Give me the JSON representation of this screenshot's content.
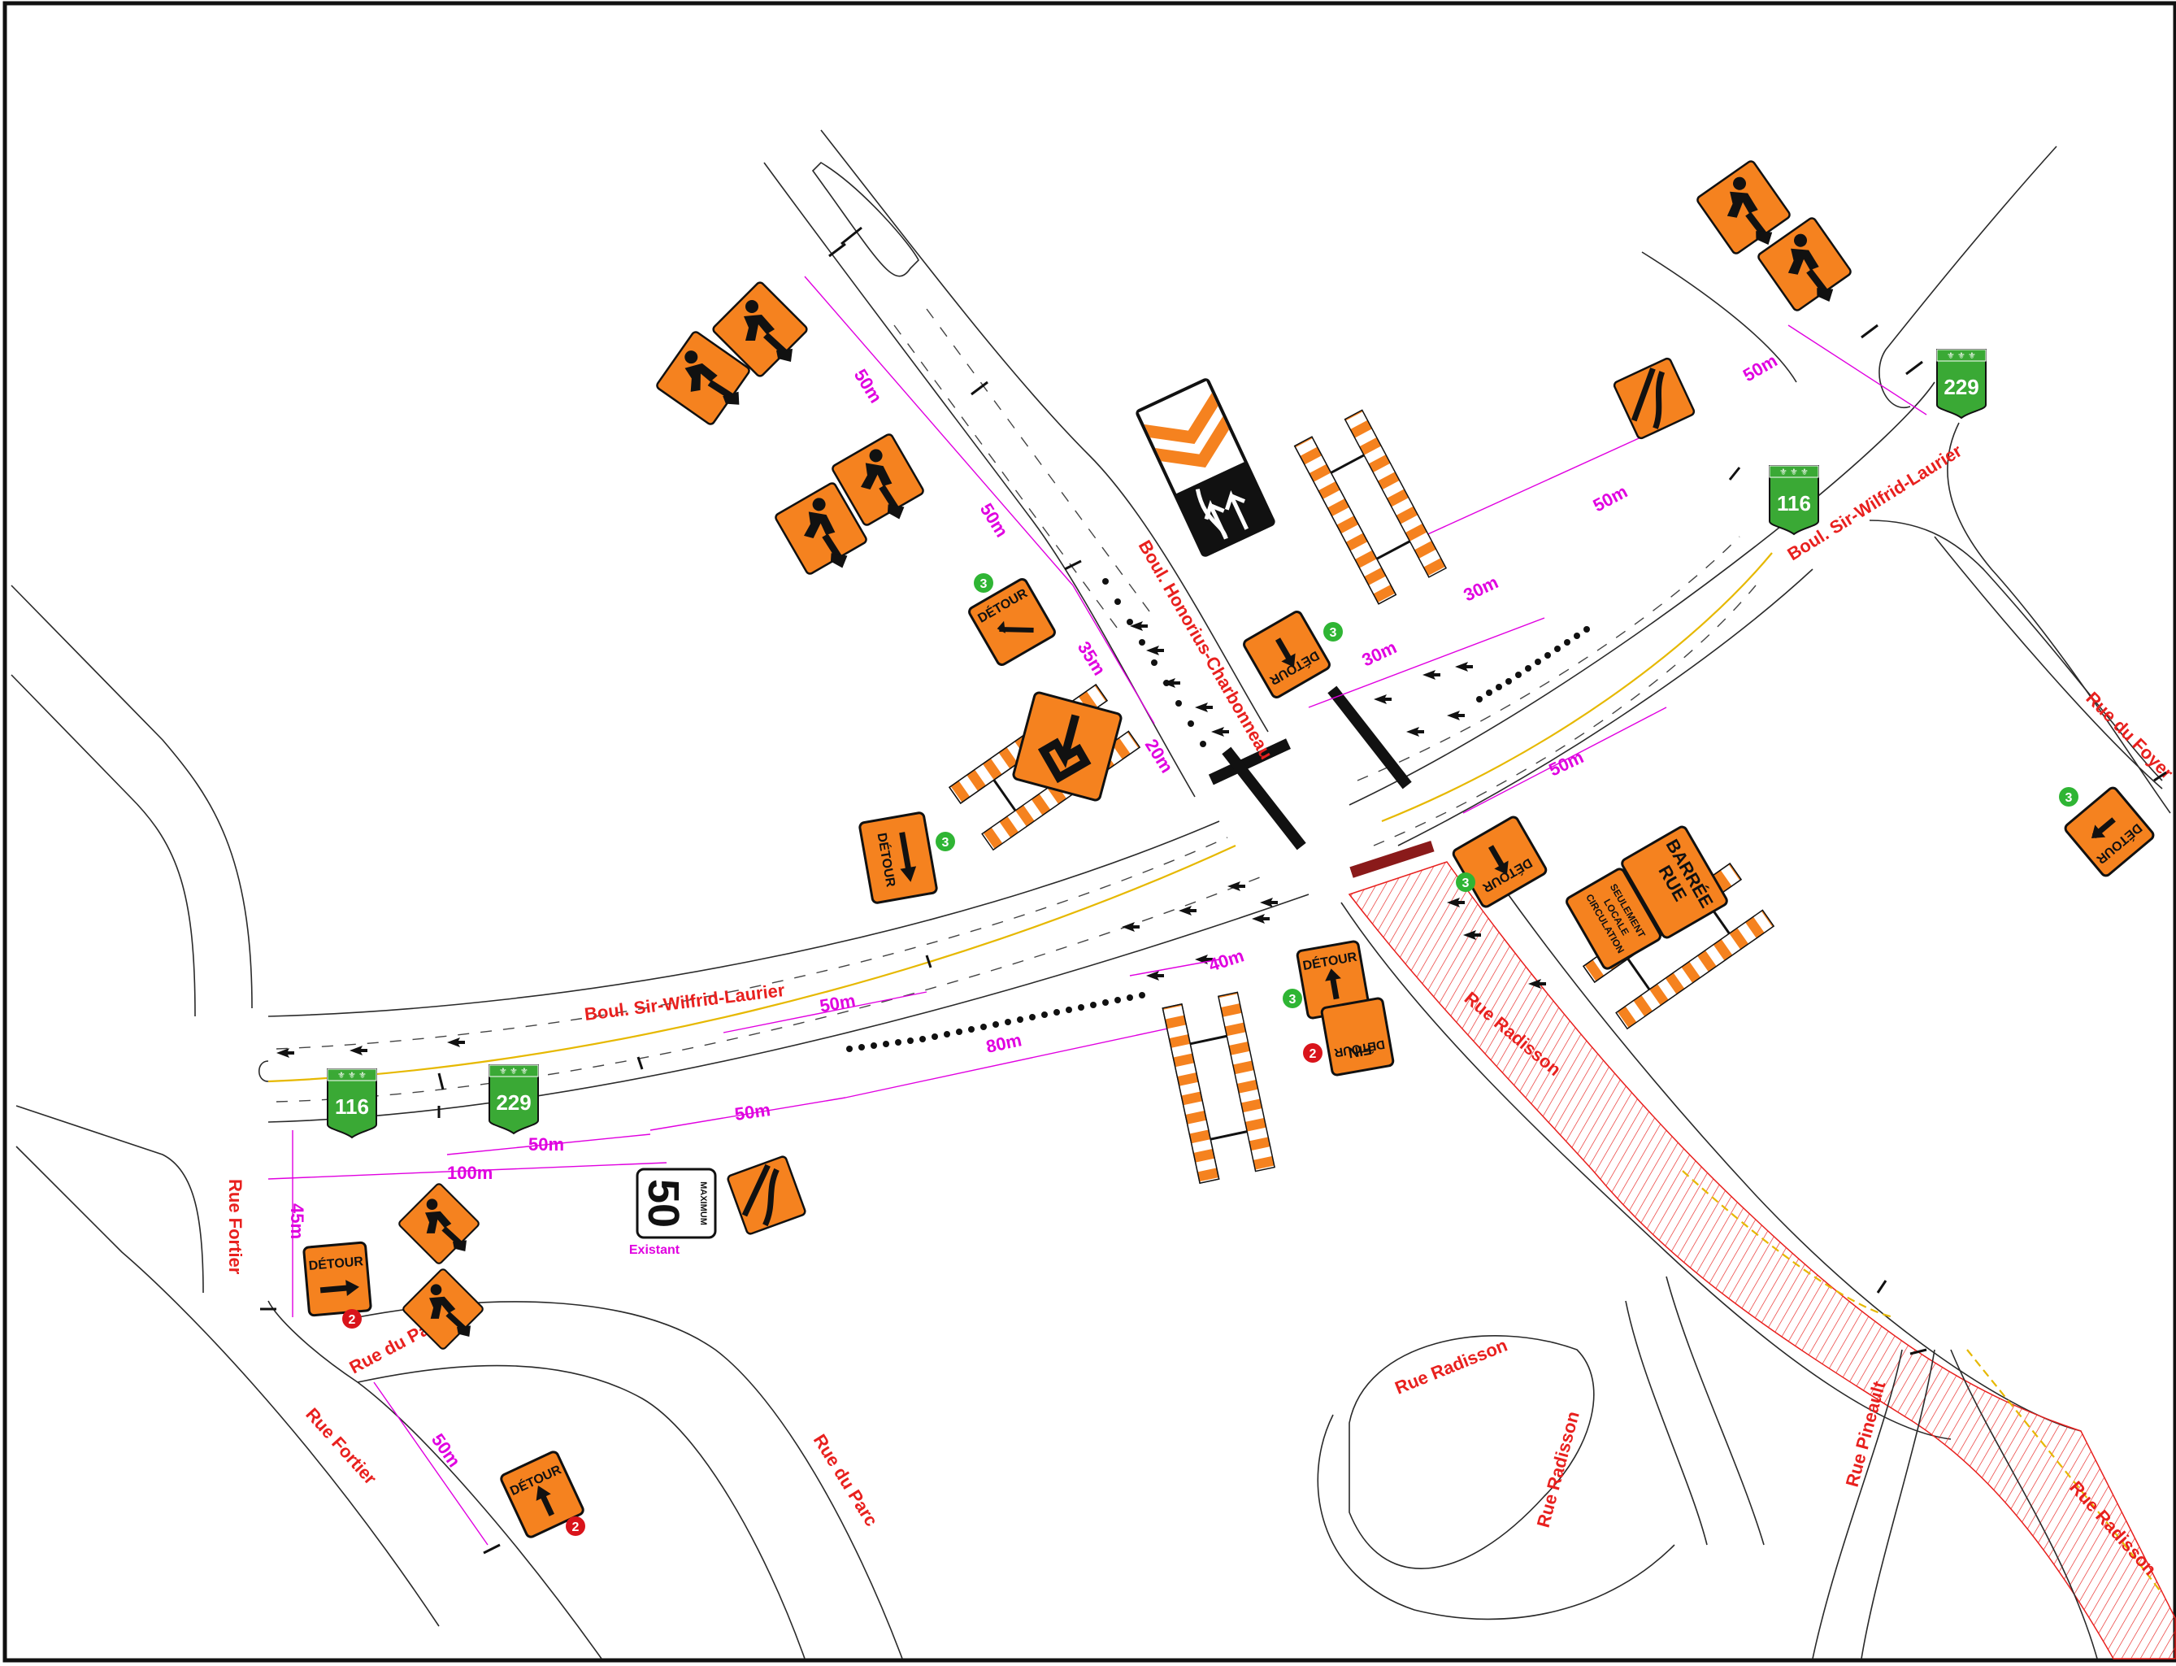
{
  "colors": {
    "sign_orange": "#f5821f",
    "route_green": "#3aa935",
    "street_label": "#e8201e",
    "dimension": "#e000e0",
    "edge_line": "#e6b800",
    "closed_area": "#e8201e",
    "badge_green": "#2fb534",
    "badge_red": "#d9141b"
  },
  "streets": {
    "laurier_main": "Boul. Sir-Wilfrid-Laurier",
    "laurier_east": "Boul. Sir-Wilfrid-Laurier",
    "honorius": "Boul. Honorius-Charbonneau",
    "foyer": "Rue du Foyer",
    "radisson_closed": "Rue Radisson",
    "radisson_loop": "Rue Radisson",
    "radisson_south": "Rue Radisson",
    "radisson_southeast": "Rue Radisson",
    "pineault": "Rue Pineault",
    "parc_north": "Rue du Parc",
    "parc_south": "Rue du Parc",
    "fortier_north": "Rue Fortier",
    "fortier_south": "Rue Fortier"
  },
  "dimensions": {
    "d_50_nw_top": "50m",
    "d_50_nw_mid": "50m",
    "d_35": "35m",
    "d_20": "20m",
    "d_50_ne_top": "50m",
    "d_50_ne_mid": "50m",
    "d_30_a": "30m",
    "d_30_b": "30m",
    "d_50_e": "50m",
    "d_50_center": "50m",
    "d_40": "40m",
    "d_80": "80m",
    "d_50_sw": "50m",
    "d_50_w": "50m",
    "d_100": "100m",
    "d_45": "45m",
    "d_50_parc": "50m"
  },
  "signs": {
    "detour_label": "DÉTOUR",
    "fin_label": "FIN",
    "rue_label": "RUE",
    "barree_label": "BARRÉE",
    "local_line1": "CIRCULATION",
    "local_line2": "LOCALE",
    "local_line3": "SEULEMENT",
    "speed_max": "MAXIMUM",
    "speed_value": "50",
    "speed_note": "Existant"
  },
  "routes": {
    "route_116": "116",
    "route_229": "229"
  },
  "badges": {
    "detour_3": "3",
    "detour_2": "2"
  },
  "icons": [
    "worker-shovel-icon",
    "lane-merge-icon",
    "chevron-icon",
    "keep-lane-arrows-icon",
    "barricade-icon",
    "arrow-down-left-icon",
    "route-shield-icon",
    "speed-limit-icon"
  ]
}
